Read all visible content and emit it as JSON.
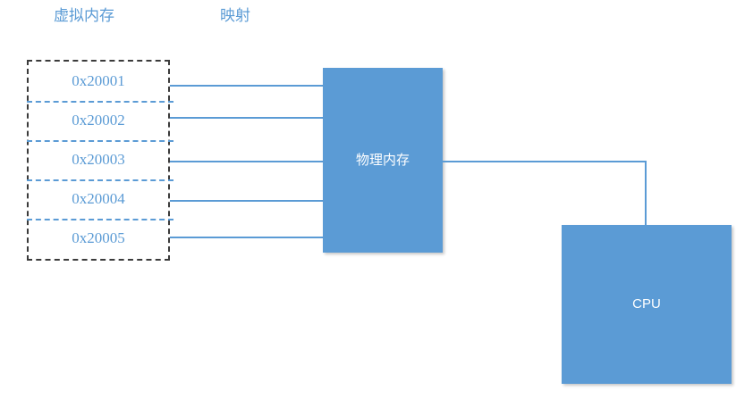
{
  "diagram": {
    "headings": {
      "virtual_memory": "虚拟内存",
      "mapping": "映射"
    },
    "virtual_memory": {
      "name": "虚拟内存",
      "rows": [
        {
          "address": "0x20001"
        },
        {
          "address": "0x20002"
        },
        {
          "address": "0x20003"
        },
        {
          "address": "0x20004"
        },
        {
          "address": "0x20005"
        }
      ]
    },
    "physical_memory": {
      "label": "物理内存"
    },
    "cpu": {
      "label": "CPU"
    },
    "colors": {
      "accent_blue": "#5B9BD5",
      "block_fill": "#5B9BD5",
      "block_text": "#FFFFFF",
      "outline_dashed": "#3B3B3B",
      "background": "#FFFFFF"
    }
  }
}
